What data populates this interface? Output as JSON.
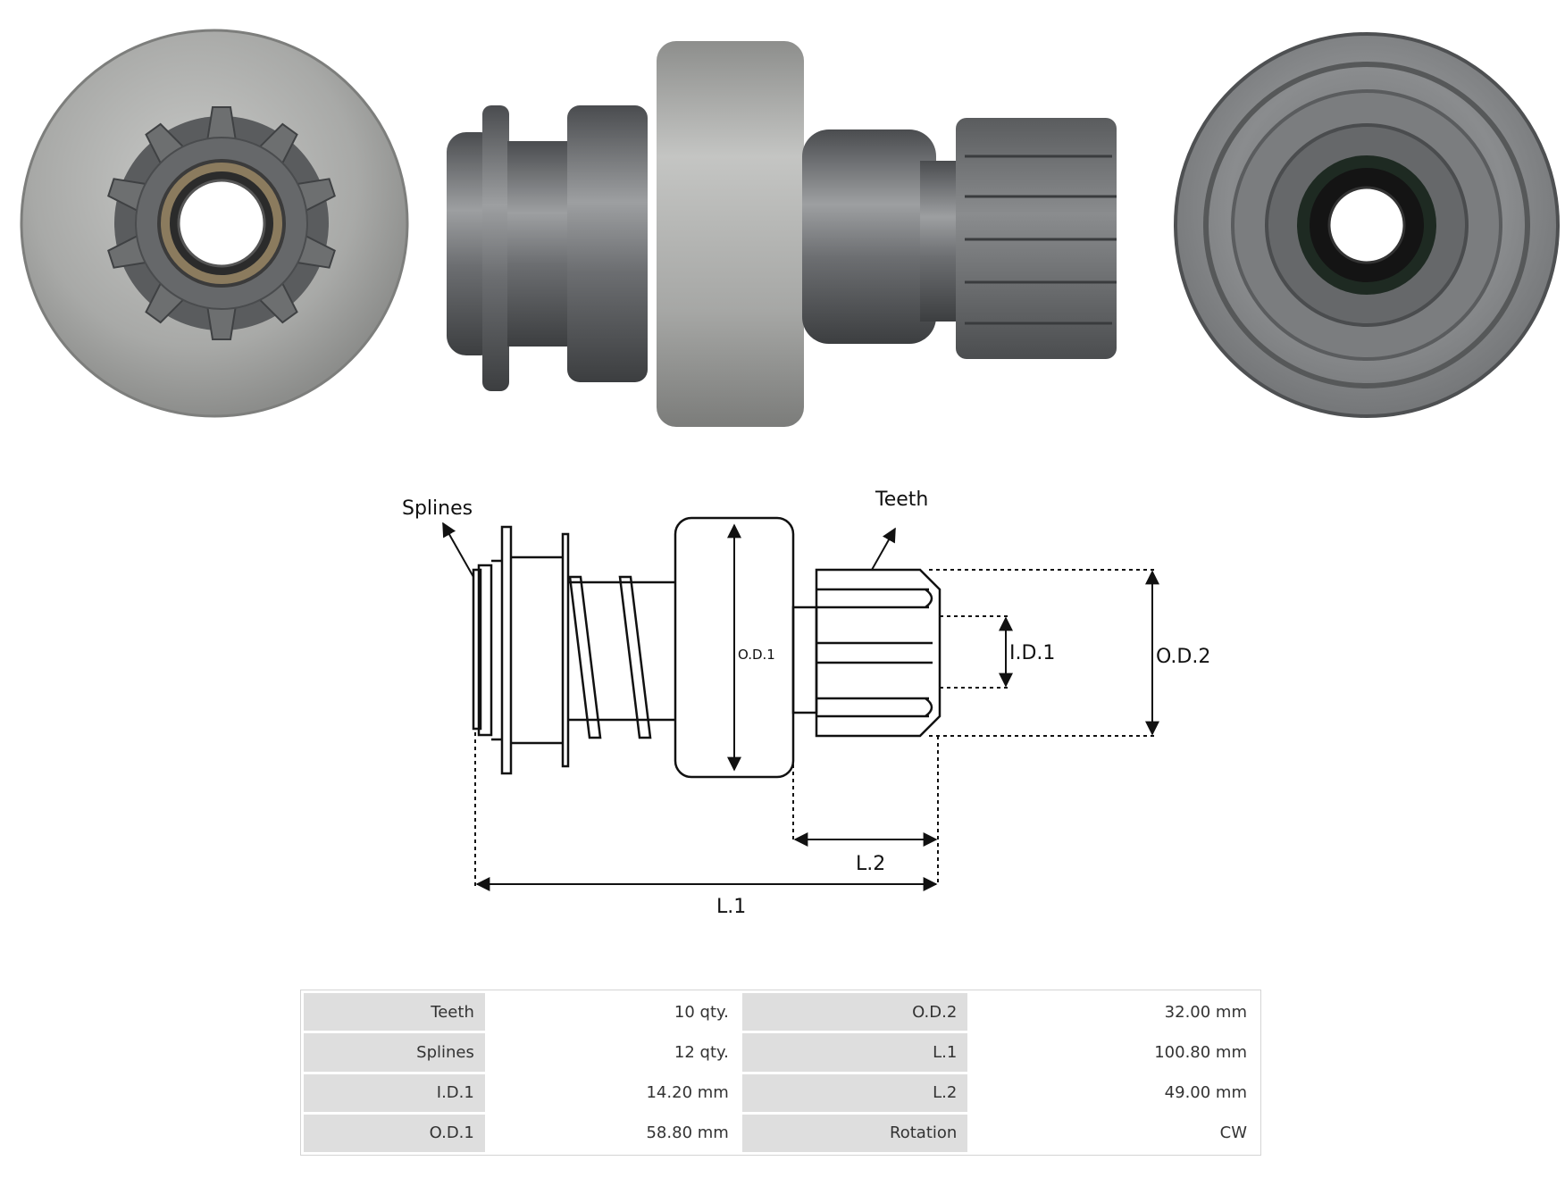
{
  "diagram": {
    "labels": {
      "splines": "Splines",
      "teeth": "Teeth",
      "od1": "O.D.1",
      "id1": "I.D.1",
      "od2": "O.D.2",
      "l2": "L.2",
      "l1": "L.1"
    }
  },
  "specs": {
    "rows": [
      [
        {
          "k": "Teeth",
          "v": "10 qty."
        },
        {
          "k": "O.D.2",
          "v": "32.00 mm"
        }
      ],
      [
        {
          "k": "Splines",
          "v": "12 qty."
        },
        {
          "k": "L.1",
          "v": "100.80 mm"
        }
      ],
      [
        {
          "k": "I.D.1",
          "v": "14.20 mm"
        },
        {
          "k": "L.2",
          "v": "49.00 mm"
        }
      ],
      [
        {
          "k": "O.D.1",
          "v": "58.80 mm"
        },
        {
          "k": "Rotation",
          "v": "CW"
        }
      ]
    ]
  },
  "colors": {
    "metal_light": "#a9aaa8",
    "metal_dark": "#55575a",
    "background": "#ffffff",
    "key_cell": "#dedede"
  }
}
